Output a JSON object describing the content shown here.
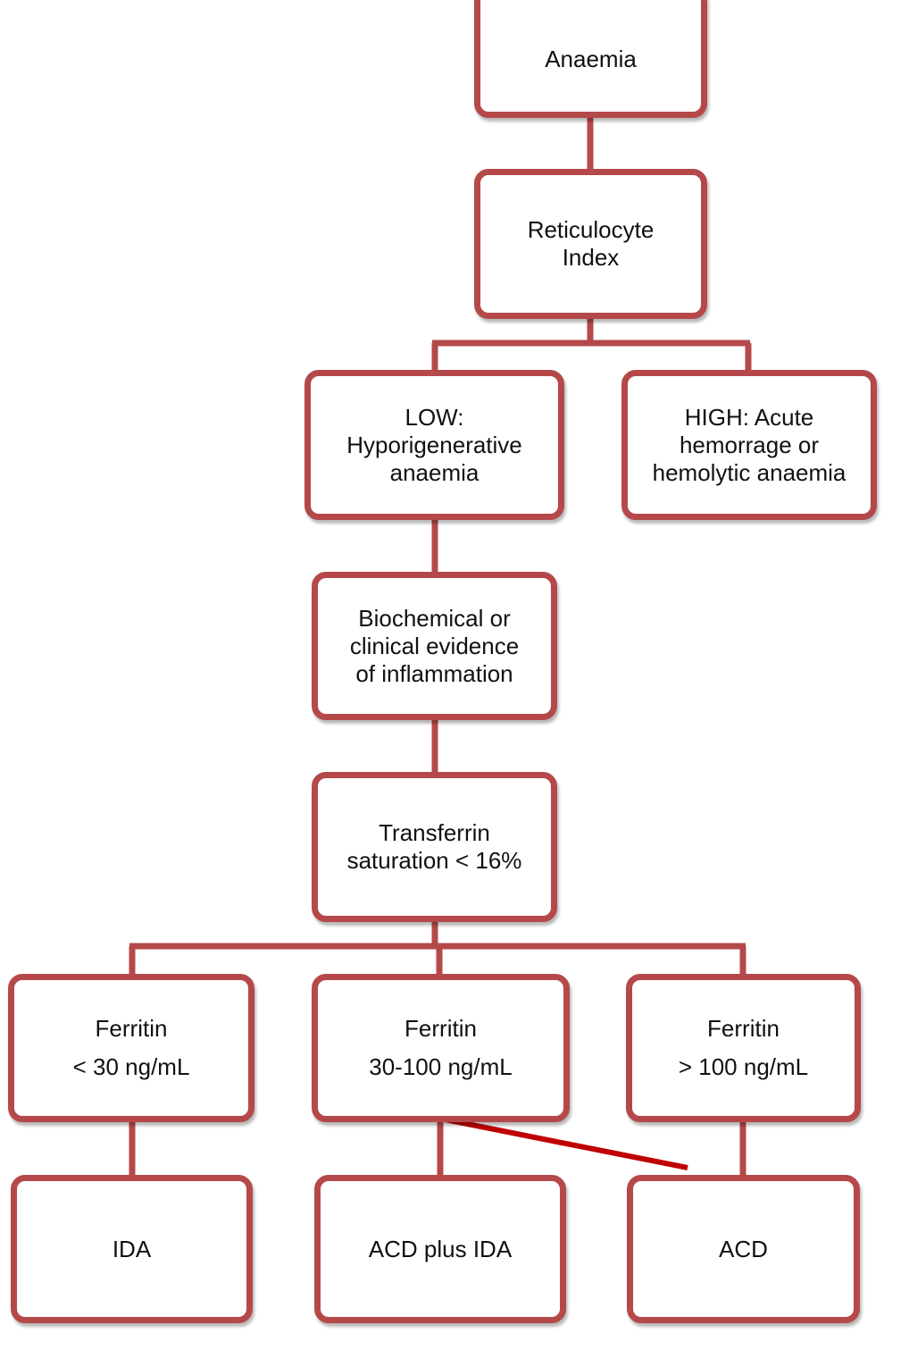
{
  "colors": {
    "box_border": "#b5494a",
    "connector": "#b5494a",
    "highlight_line": "#c00000",
    "text": "#111111",
    "background": "#ffffff"
  },
  "nodes": {
    "anaemia": {
      "lines": [
        "Anaemia"
      ]
    },
    "reticulocyte_index": {
      "lines": [
        "Reticulocyte",
        "Index"
      ]
    },
    "low": {
      "lines": [
        "LOW:",
        "Hyporigenerative",
        "anaemia"
      ]
    },
    "high": {
      "lines": [
        "HIGH: Acute",
        "hemorrage or",
        "hemolytic anaemia"
      ]
    },
    "inflammation": {
      "lines": [
        "Biochemical or",
        "clinical evidence",
        "of inflammation"
      ]
    },
    "transferrin": {
      "lines": [
        "Transferrin",
        "saturation < 16%"
      ]
    },
    "ferritin_low": {
      "lines": [
        "Ferritin",
        "< 30 ng/mL"
      ]
    },
    "ferritin_mid": {
      "lines": [
        "Ferritin",
        "30-100 ng/mL"
      ]
    },
    "ferritin_high": {
      "lines": [
        "Ferritin",
        "> 100 ng/mL"
      ]
    },
    "ida": {
      "lines": [
        "IDA"
      ]
    },
    "acd_plus_ida": {
      "lines": [
        "ACD plus IDA"
      ]
    },
    "acd": {
      "lines": [
        "ACD"
      ]
    }
  }
}
